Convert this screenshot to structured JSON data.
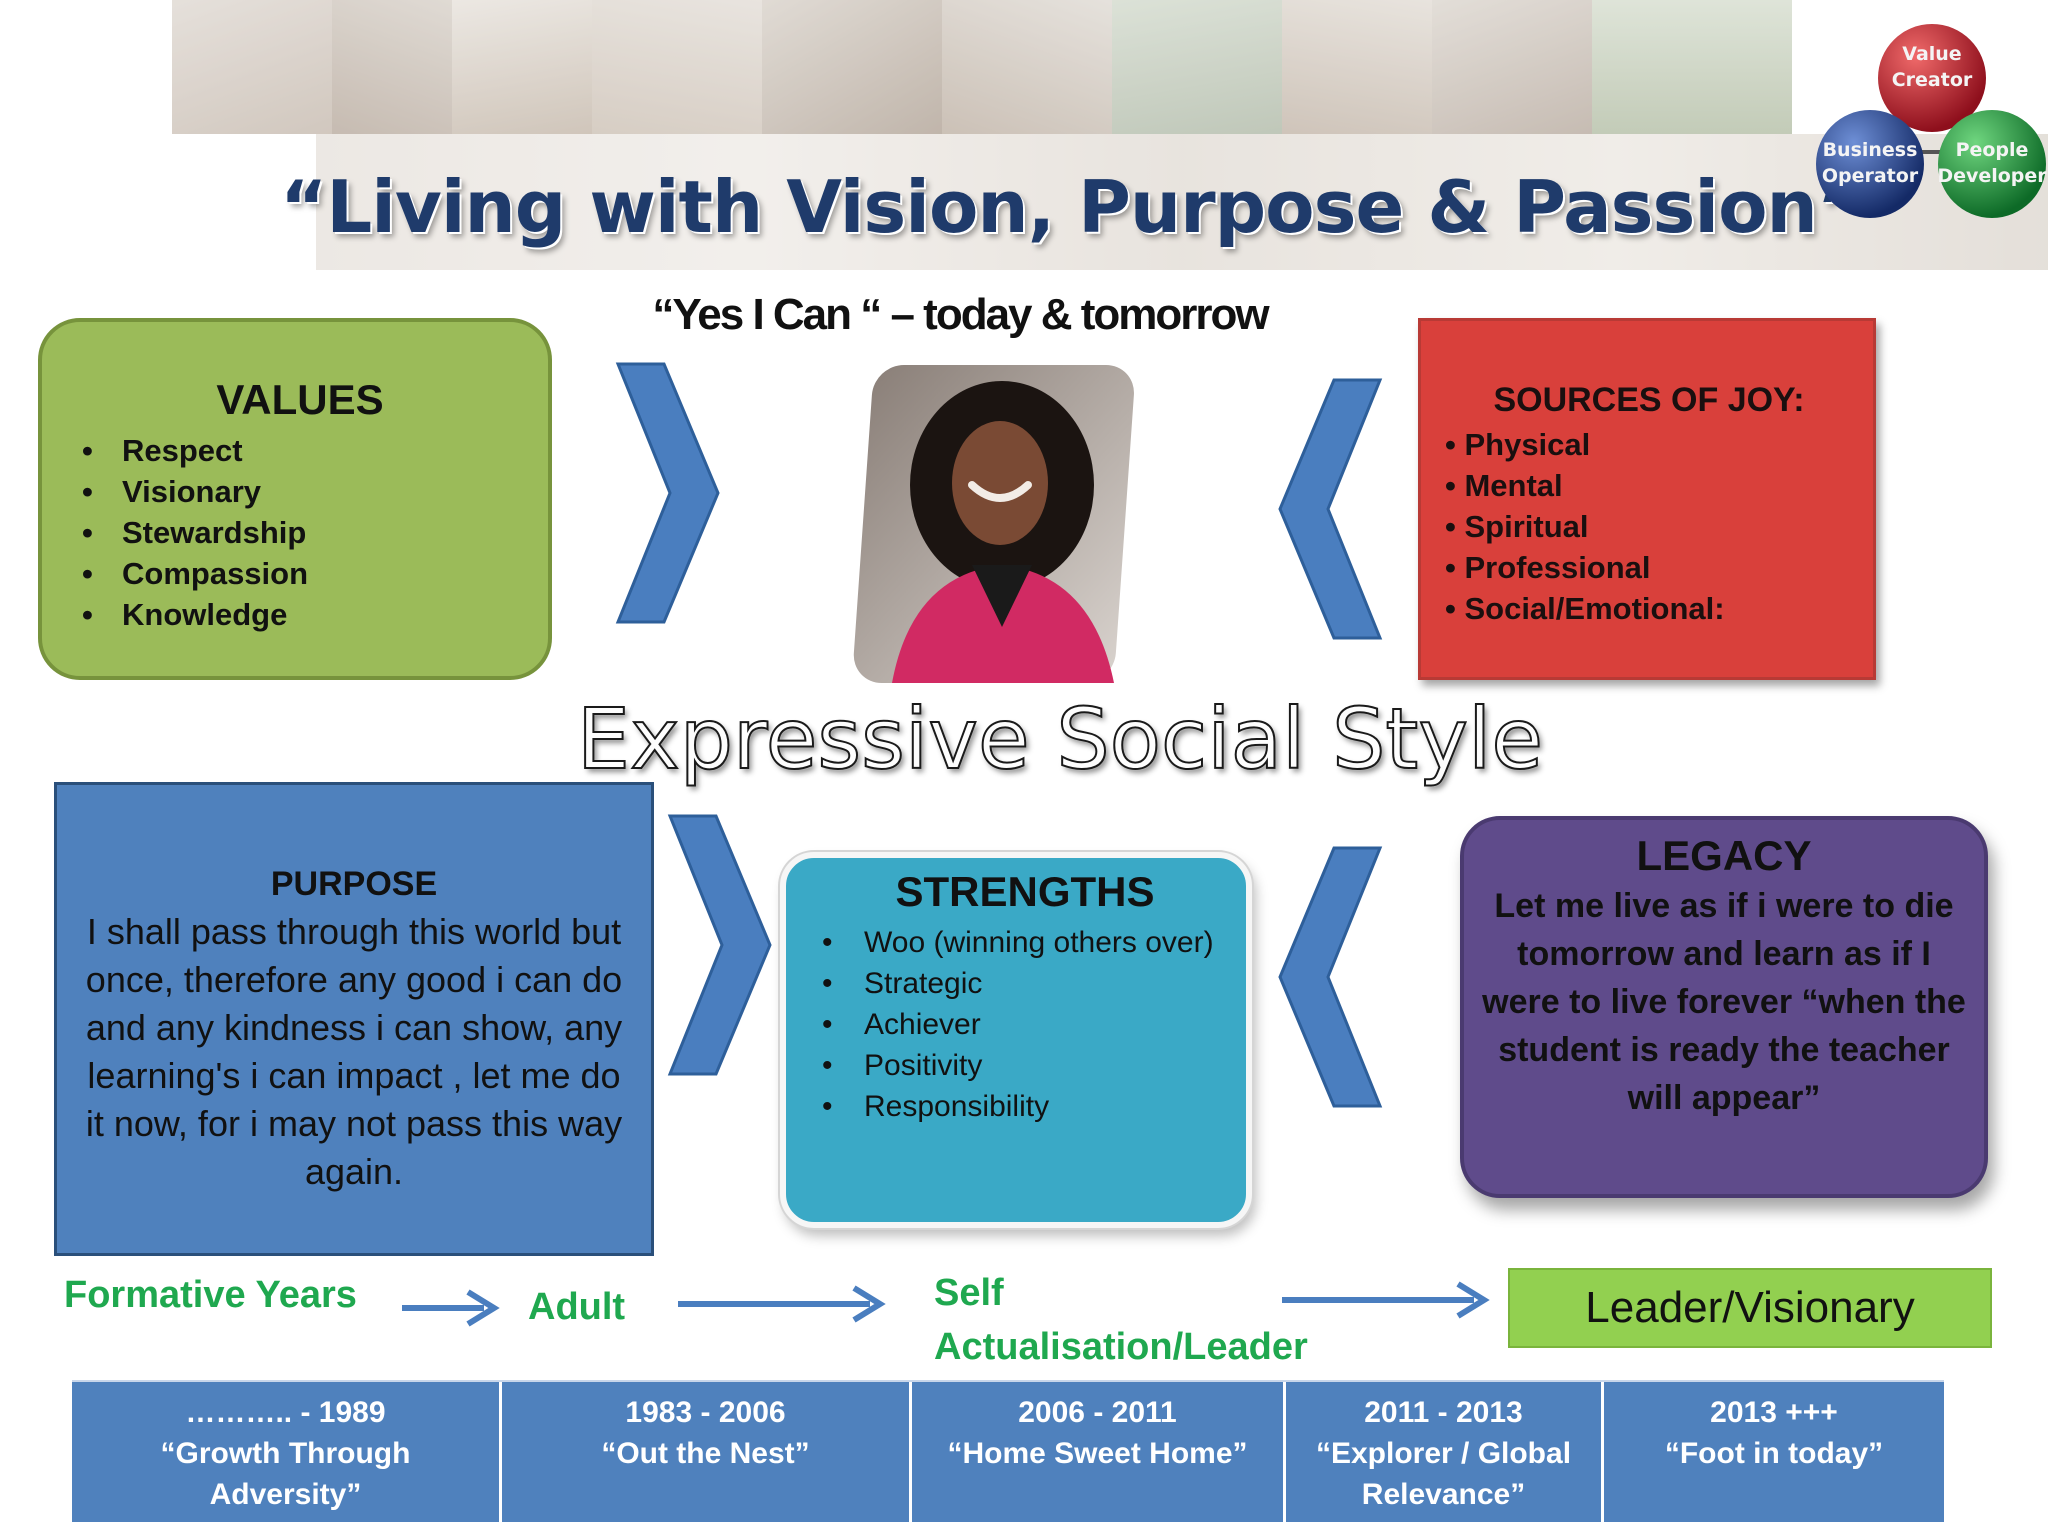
{
  "title": "“Living with Vision, Purpose & Passion”",
  "logo": {
    "roles": [
      {
        "line1": "Value",
        "line2": "Creator",
        "color": "#c01b2c"
      },
      {
        "line1": "Business",
        "line2": "Operator",
        "color": "#1f3f8f"
      },
      {
        "line1": "People",
        "line2": "Developer",
        "color": "#1c9a3e"
      }
    ]
  },
  "tagline": "“Yes I Can “ – today & tomorrow",
  "values": {
    "heading": "VALUES",
    "items": [
      "Respect",
      "Visionary",
      "Stewardship",
      "Compassion",
      "Knowledge"
    ]
  },
  "joy": {
    "heading": "SOURCES OF JOY:",
    "items": [
      "• Physical",
      "• Mental",
      "• Spiritual",
      "• Professional",
      "• Social/Emotional:"
    ]
  },
  "social_style": "Expressive Social Style",
  "purpose": {
    "heading": "PURPOSE",
    "text": "I shall pass through this world but once, therefore any good i can do and any kindness i can show, any learning's i can impact , let me do it now, for i may not pass this way again."
  },
  "strengths": {
    "heading": "STRENGTHS",
    "items": [
      "Woo (winning others over)",
      "Strategic",
      "Achiever",
      "Positivity",
      "Responsibility"
    ]
  },
  "legacy": {
    "heading": "LEGACY",
    "text": "Let me live as if i were to die tomorrow and learn as if I were to live forever “when the student is ready the teacher will appear”"
  },
  "phases": {
    "p1": "Formative Years",
    "p2": "Adult",
    "p3_line1": "Self",
    "p3_line2": "Actualisation/Leader",
    "p4": "Leader/Visionary"
  },
  "timeline": [
    {
      "years": "……….. - 1989",
      "label1": "“Growth Through",
      "label2": "Adversity”"
    },
    {
      "years": "1983 - 2006",
      "label1": "“Out the Nest”",
      "label2": ""
    },
    {
      "years": "2006 - 2011",
      "label1": "“Home Sweet Home”",
      "label2": ""
    },
    {
      "years": "2011 - 2013",
      "label1": "“Explorer / Global",
      "label2": "Relevance”"
    },
    {
      "years": "2013 +++",
      "label1": "“Foot in today”",
      "label2": ""
    }
  ],
  "colors": {
    "values_green": "#9bbb59",
    "joy_red": "#d9403b",
    "purpose_blue": "#4f81bd",
    "strengths_teal": "#3aa9c6",
    "legacy_purple": "#5f4b8b",
    "phase_green": "#1fa84f",
    "leader_green": "#92d050",
    "chevron_blue": "#4a7ebf"
  }
}
